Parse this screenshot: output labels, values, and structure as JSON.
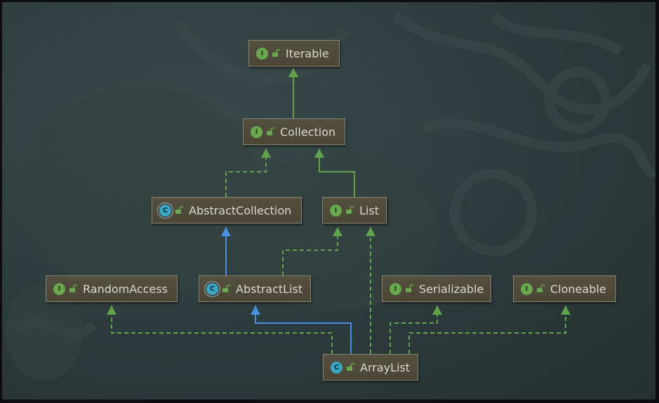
{
  "diagram": {
    "nodes": [
      {
        "id": "iterable",
        "kind": "interface",
        "badge": "I",
        "label": "Iterable"
      },
      {
        "id": "collection",
        "kind": "interface",
        "badge": "I",
        "label": "Collection"
      },
      {
        "id": "abstractcollection",
        "kind": "abstract-class",
        "badge": "C",
        "label": "AbstractCollection"
      },
      {
        "id": "list",
        "kind": "interface",
        "badge": "I",
        "label": "List"
      },
      {
        "id": "randomaccess",
        "kind": "interface",
        "badge": "I",
        "label": "RandomAccess"
      },
      {
        "id": "abstractlist",
        "kind": "abstract-class",
        "badge": "C",
        "label": "AbstractList"
      },
      {
        "id": "serializable",
        "kind": "interface",
        "badge": "I",
        "label": "Serializable"
      },
      {
        "id": "cloneable",
        "kind": "interface",
        "badge": "I",
        "label": "Cloneable"
      },
      {
        "id": "arraylist",
        "kind": "class",
        "badge": "C",
        "label": "ArrayList"
      }
    ],
    "edges": [
      {
        "from": "collection",
        "to": "iterable",
        "type": "interface-extends"
      },
      {
        "from": "abstractcollection",
        "to": "collection",
        "type": "implements"
      },
      {
        "from": "list",
        "to": "collection",
        "type": "interface-extends"
      },
      {
        "from": "abstractlist",
        "to": "abstractcollection",
        "type": "extends"
      },
      {
        "from": "abstractlist",
        "to": "list",
        "type": "implements"
      },
      {
        "from": "arraylist",
        "to": "abstractlist",
        "type": "extends"
      },
      {
        "from": "arraylist",
        "to": "list",
        "type": "implements"
      },
      {
        "from": "arraylist",
        "to": "randomaccess",
        "type": "implements"
      },
      {
        "from": "arraylist",
        "to": "serializable",
        "type": "implements"
      },
      {
        "from": "arraylist",
        "to": "cloneable",
        "type": "implements"
      }
    ],
    "colors": {
      "interface_badge": "#6aa84f",
      "class_badge": "#3aa6c4",
      "extends_edge": "#4a8fe0",
      "implements_edge": "#5fa34a",
      "node_fill": "#4f4939",
      "node_border": "#8a8470"
    },
    "icons": {
      "visibility": "unlocked-padlock-icon"
    }
  }
}
